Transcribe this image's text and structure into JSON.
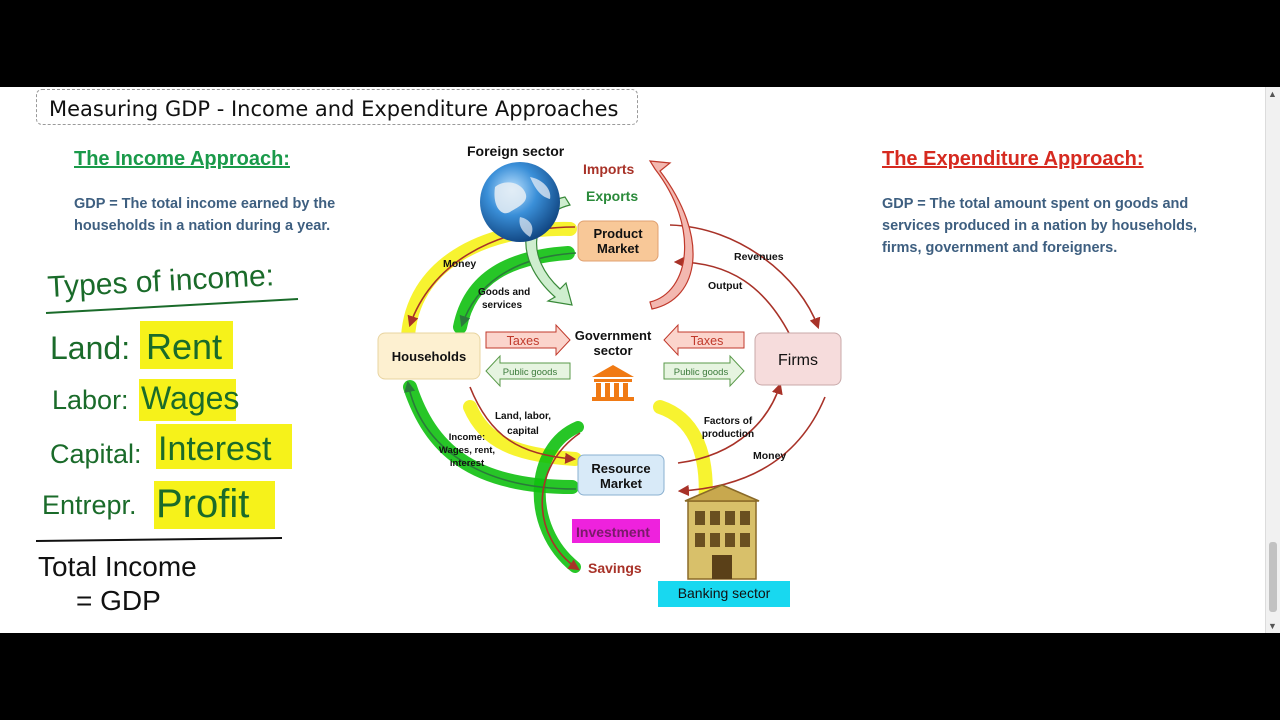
{
  "title": "Measuring  GDP - Income and Expenditure Approaches",
  "income": {
    "heading": "The Income Approach:",
    "definition": "GDP = The total income earned by the households in a nation during a year."
  },
  "expenditure": {
    "heading": "The Expenditure Approach:",
    "definition": "GDP = The total amount spent on goods and services produced in a nation by households, firms, government and foreigners."
  },
  "handwritten": {
    "types_title": "Types of income:",
    "rows": [
      {
        "factor": "Land:",
        "income": "Rent"
      },
      {
        "factor": "Labor:",
        "income": "Wages"
      },
      {
        "factor": "Capital:",
        "income": "Interest"
      },
      {
        "factor": "Entrepr.",
        "income": "Profit"
      }
    ],
    "total_line1": "Total Income",
    "total_line2": "= GDP"
  },
  "diagram": {
    "foreign_sector": "Foreign sector",
    "imports": "Imports",
    "exports": "Exports",
    "product_market": [
      "Product",
      "Market"
    ],
    "households": "Households",
    "firms": "Firms",
    "government": [
      "Government",
      "sector"
    ],
    "taxes_left": "Taxes",
    "taxes_right": "Taxes",
    "public_goods_left": "Public goods",
    "public_goods_right": "Public goods",
    "resource_market": [
      "Resource",
      "Market"
    ],
    "money_top": "Money",
    "goods_services": [
      "Goods and",
      "services"
    ],
    "revenues": "Revenues",
    "output": "Output",
    "land_labor_capital": [
      "Land, labor,",
      "capital"
    ],
    "income_wages": [
      "Income:",
      "Wages, rent,",
      "interest"
    ],
    "factors_production": [
      "Factors of",
      "production"
    ],
    "money_bottom": "Money",
    "investment": "Investment",
    "savings": "Savings",
    "banking_sector": "Banking sector"
  },
  "colors": {
    "income_heading": "#1a9a4a",
    "expenditure_heading": "#d62a20",
    "definition_text": "#3e5f80",
    "highlight_yellow": "#f6f21a",
    "highlight_green": "#10c010",
    "highlight_magenta": "#ee22dd",
    "highlight_cyan": "#18d8f0",
    "flow_red": "#a83228"
  }
}
